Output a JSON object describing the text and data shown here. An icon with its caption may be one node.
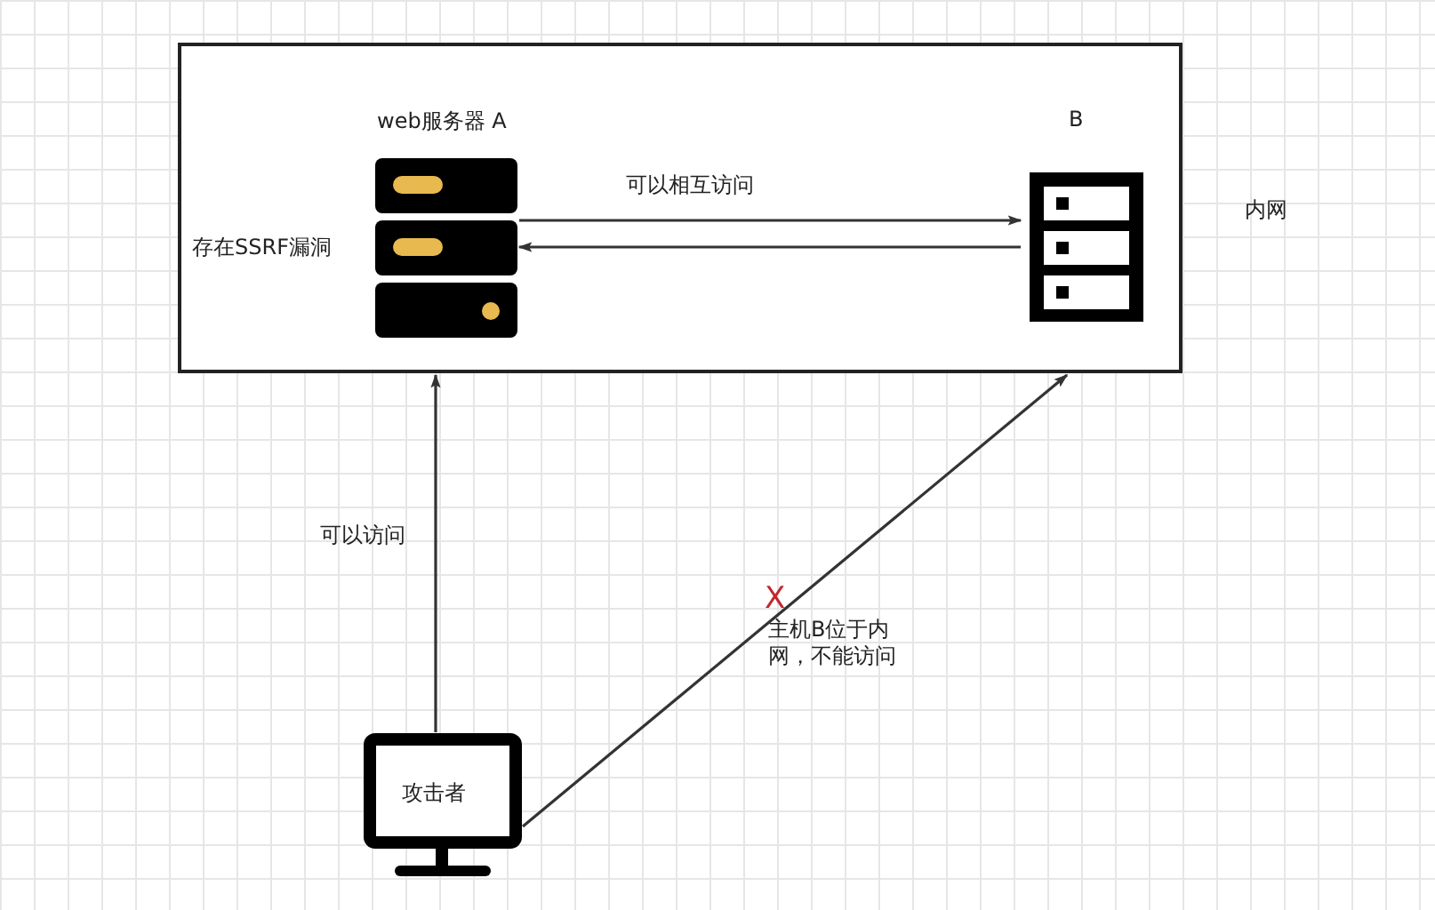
{
  "diagram": {
    "nodes": [
      {
        "text": [],
        "shape": "box",
        "beside": [
          "内网"
        ]
      },
      {
        "text": [
          "web服务器 A"
        ],
        "beside": [
          "存在SSRF漏洞"
        ],
        "in": 0
      },
      {
        "text": [
          "B"
        ],
        "in": 0
      },
      {
        "text": [
          "攻击者"
        ]
      }
    ],
    "edges": [
      {
        "from": 1,
        "to": 2,
        "arrow": "to",
        "label": "可以相互访问"
      },
      {
        "from": 2,
        "to": 1,
        "arrow": "to"
      },
      {
        "from": 3,
        "to": 0,
        "arrow": "to",
        "label": "可以访问"
      },
      {
        "from": 3,
        "to": 0,
        "arrow": "to",
        "label": "主机B位于内网，不能访问"
      }
    ],
    "labels": [
      "X"
    ]
  }
}
